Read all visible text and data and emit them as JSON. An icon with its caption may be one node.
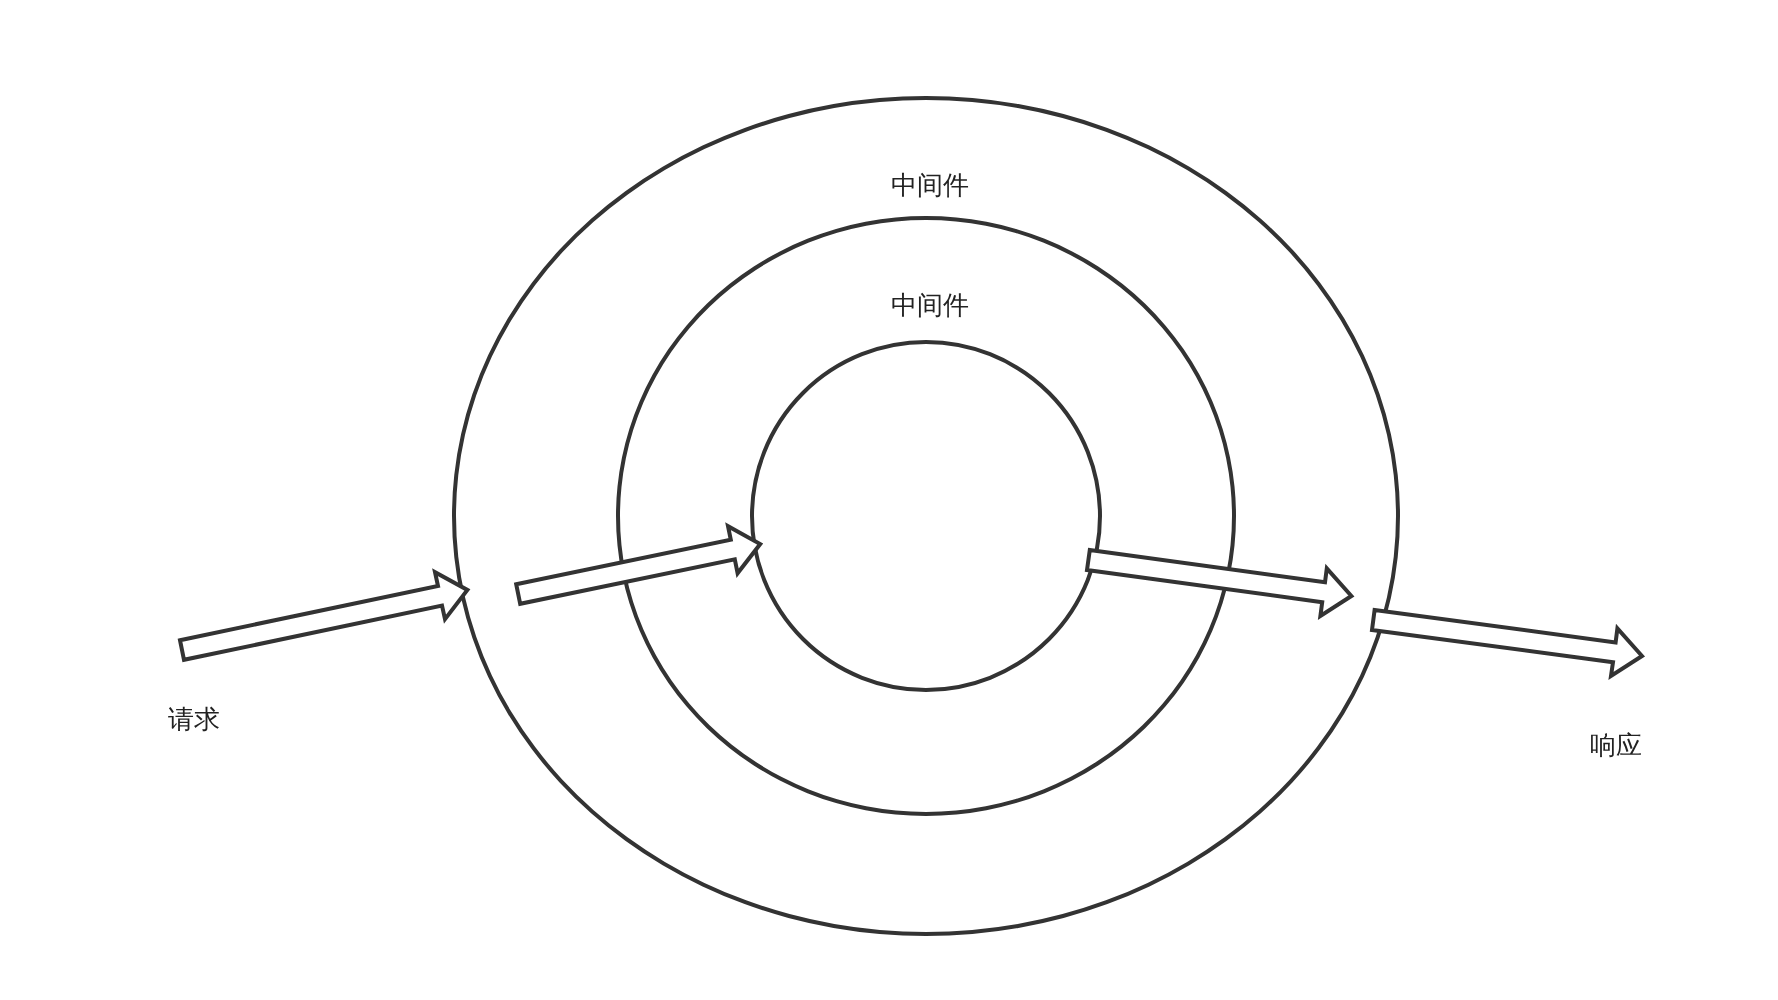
{
  "diagram": {
    "nodes": [
      {
        "text": [
          "中间件"
        ]
      },
      {
        "text": [
          "中间件"
        ],
        "in": 0
      },
      {
        "text": [],
        "shape": "circle",
        "in": 1
      }
    ],
    "edges": [
      {
        "from": null,
        "to": 0,
        "arrow": "to"
      },
      {
        "from": 0,
        "to": 2,
        "arrow": "to"
      },
      {
        "from": 2,
        "to": 0,
        "arrow": "to"
      },
      {
        "from": 0,
        "to": null,
        "arrow": "to"
      }
    ],
    "labels": [
      "请求",
      "响应"
    ]
  }
}
